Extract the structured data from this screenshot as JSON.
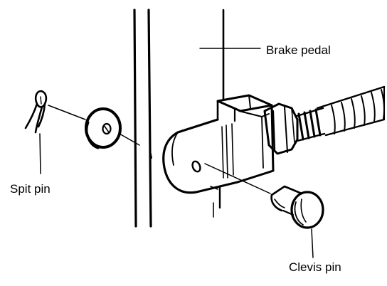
{
  "labels": {
    "brake_pedal": "Brake pedal",
    "spit_pin": "Spit pin",
    "clevis_pin": "Clevis pin"
  },
  "colors": {
    "ink": "#000000",
    "paper": "#ffffff",
    "hatch": "#333333"
  }
}
